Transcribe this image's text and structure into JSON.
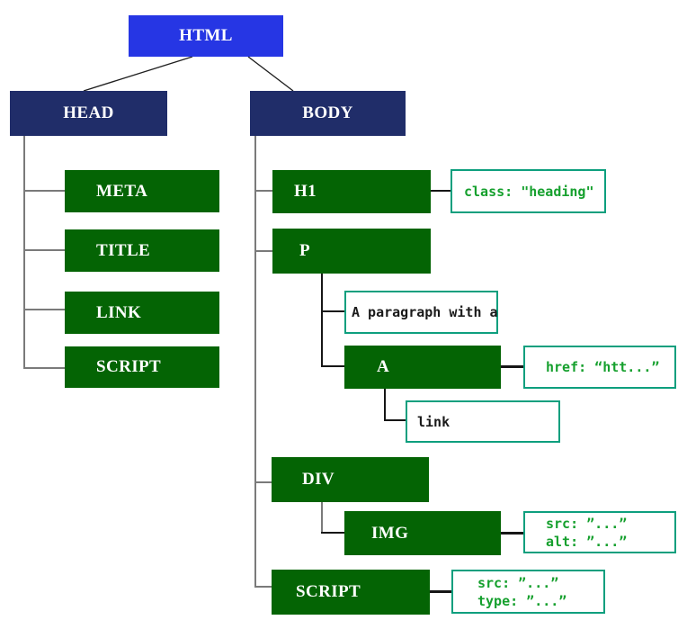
{
  "diagram": {
    "type": "tree",
    "subject": "HTML document structure"
  },
  "colors": {
    "root_node_bg": "#2636e4",
    "section_node_bg": "#202d69",
    "element_node_bg": "#046404",
    "node_text": "#ffffff",
    "annotation_border": "#0d9f7e",
    "annotation_text_green": "#16a02e",
    "annotation_text_black": "#1a1a1a",
    "connector_gray": "#7a7a7a",
    "connector_black": "#161616",
    "background": "#ffffff"
  },
  "nodes": {
    "html": "HTML",
    "head": "HEAD",
    "body": "BODY",
    "meta": "META",
    "title": "TITLE",
    "link": "LINK",
    "script_head": "SCRIPT",
    "h1": "H1",
    "p": "P",
    "a": "A",
    "div": "DIV",
    "img": "IMG",
    "script_body": "SCRIPT"
  },
  "annotations": {
    "h1_class": "class: \"heading\"",
    "p_text": "A paragraph with a",
    "a_href": "href: “htt...”",
    "a_text": "link",
    "img_attrs": [
      "src: ”...”",
      "alt: ”...”"
    ],
    "script_attrs": [
      "src: ”...”",
      "type: ”...”"
    ]
  }
}
